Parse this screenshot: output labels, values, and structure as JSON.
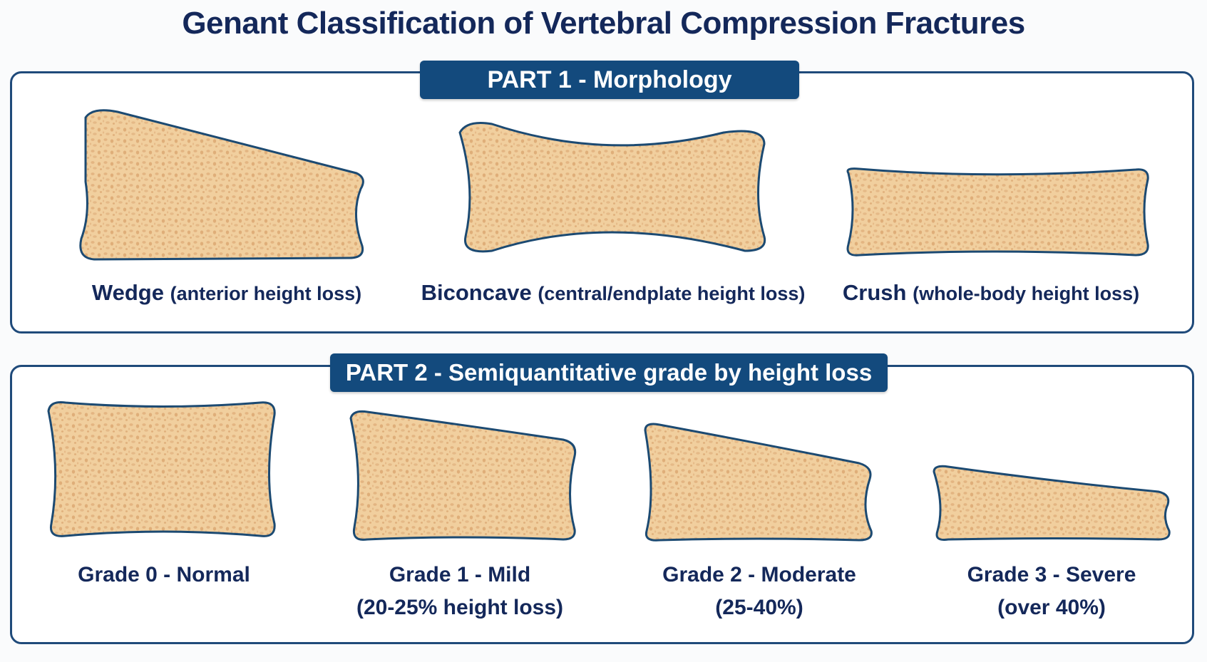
{
  "title": "Genant Classification of Vertebral Compression Fractures",
  "colors": {
    "navy": "#14285a",
    "header": "#134a7d",
    "bone_fill": "#f1cf9e",
    "bone_outline": "#1c4a72"
  },
  "part1": {
    "header": "PART 1 - Morphology",
    "items": [
      {
        "name": "Wedge",
        "desc": "(anterior height loss)"
      },
      {
        "name": "Biconcave",
        "desc": "(central/endplate height loss)"
      },
      {
        "name": "Crush",
        "desc": "(whole-body height loss)"
      }
    ]
  },
  "part2": {
    "header": "PART 2 - Semiquantitative grade by height loss",
    "items": [
      {
        "line1": "Grade 0 - Normal",
        "line2": ""
      },
      {
        "line1": "Grade 1 - Mild",
        "line2": "(20-25% height loss)"
      },
      {
        "line1": "Grade 2 - Moderate",
        "line2": "(25-40%)"
      },
      {
        "line1": "Grade 3 - Severe",
        "line2": "(over 40%)"
      }
    ]
  }
}
